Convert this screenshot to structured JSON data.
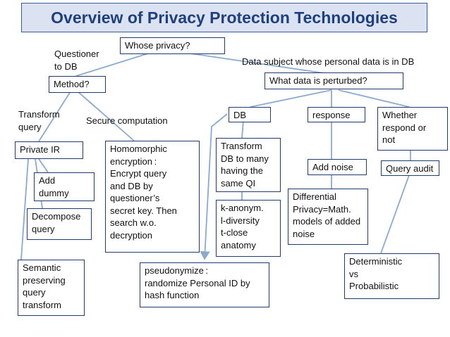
{
  "title": "Overview of Privacy Protection  Technologies",
  "nodes": {
    "whose_privacy": "Whose privacy?",
    "method": "Method?",
    "what_perturbed": "What data is perturbed?",
    "private_ir": "Private IR",
    "add_dummy": "Add\ndummy",
    "decompose_query": "Decompose\nquery",
    "semantic": "Semantic\npreserving\nquery\ntransform",
    "homomorphic": "Homomorphic\nencryption :\nEncrypt query\nand DB by\nquestioner’s\nsecret key. Then\nsearch w.o.\ndecryption",
    "pseudonymize": "pseudonymize :\nrandomize Personal ID by\nhash function",
    "db": "DB",
    "transform_db": "Transform\nDB to many\nhaving the\nsame QI",
    "k_anonym": "k-anonym.\nl-diversity\nt-close\nanatomy",
    "response": "response",
    "add_noise": "Add noise",
    "differential": "Differential\nPrivacy=Math.\nmodels of added\nnoise",
    "whether": "Whether\nrespond or\nnot",
    "query_audit": "Query audit",
    "deterministic": "Deterministic\n  vs\nProbabilistic"
  },
  "labels": {
    "questioner": "Questioner\nto DB",
    "data_subject": "Data subject whose personal data is in DB",
    "transform_query": "Transform\nquery",
    "secure_computation": "Secure computation"
  },
  "colors": {
    "title_bg": "#dbe3f2",
    "title_text": "#1f3f7f",
    "line": "#8aaad0",
    "border": "#223a6e"
  }
}
